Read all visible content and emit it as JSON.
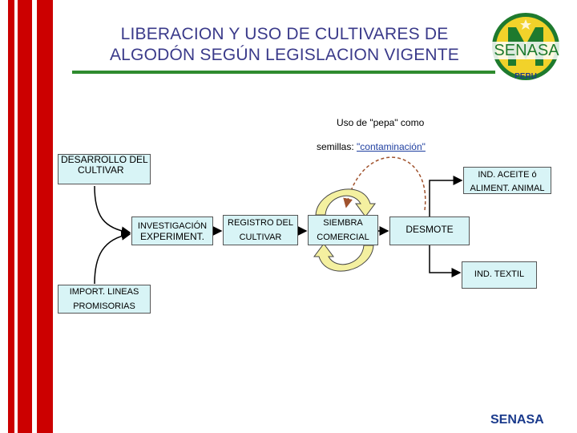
{
  "header": {
    "title_line1": "LIBERACION Y USO DE CULTIVARES DE",
    "title_line2": "ALGODÓN SEGÚN LEGISLACION VIGENTE"
  },
  "logo": {
    "name": "SENASA",
    "country": "PERU"
  },
  "note": {
    "line1": "Uso de \"pepa\" como",
    "line2_prefix": "semillas: ",
    "line2_highlight": "\"contaminación\""
  },
  "boxes": {
    "desarrollo": [
      "DESARROLLO DEL",
      "CULTIVAR"
    ],
    "investigacion": [
      "INVESTIGACIÓN",
      "EXPERIMENT."
    ],
    "registro": [
      "REGISTRO DEL",
      "CULTIVAR"
    ],
    "siembra": [
      "SIEMBRA",
      "COMERCIAL"
    ],
    "desmote": [
      "DESMOTE"
    ],
    "aceite": [
      "IND. ACEITE ó",
      "ALIMENT. ANIMAL"
    ],
    "textil": [
      "IND. TEXTIL"
    ],
    "import": [
      "IMPORT.  LINEAS",
      "PROMISORIAS"
    ]
  },
  "footer": {
    "brand": "SENASA"
  },
  "colors": {
    "title": "#3a3a8a",
    "rule": "#2e8b2e",
    "box_fill": "#d8f4f6",
    "cycle_arrow": "#f4f0a0",
    "contamination_arrow": "#a0522d",
    "stripe": "#cc0000"
  }
}
